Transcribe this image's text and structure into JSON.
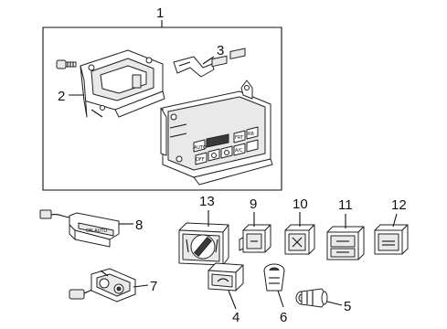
{
  "callouts": {
    "c1": "1",
    "c2": "2",
    "c3": "3",
    "c4": "4",
    "c5": "5",
    "c6": "6",
    "c7": "7",
    "c8": "8",
    "c9": "9",
    "c10": "10",
    "c11": "11",
    "c12": "12",
    "c13": "13"
  },
  "panel_button_labels": {
    "b_auto": "AUTO",
    "b_ac": "A/C",
    "b_frt": "FRT",
    "b_rr": "RR",
    "b_off": "OFF"
  }
}
